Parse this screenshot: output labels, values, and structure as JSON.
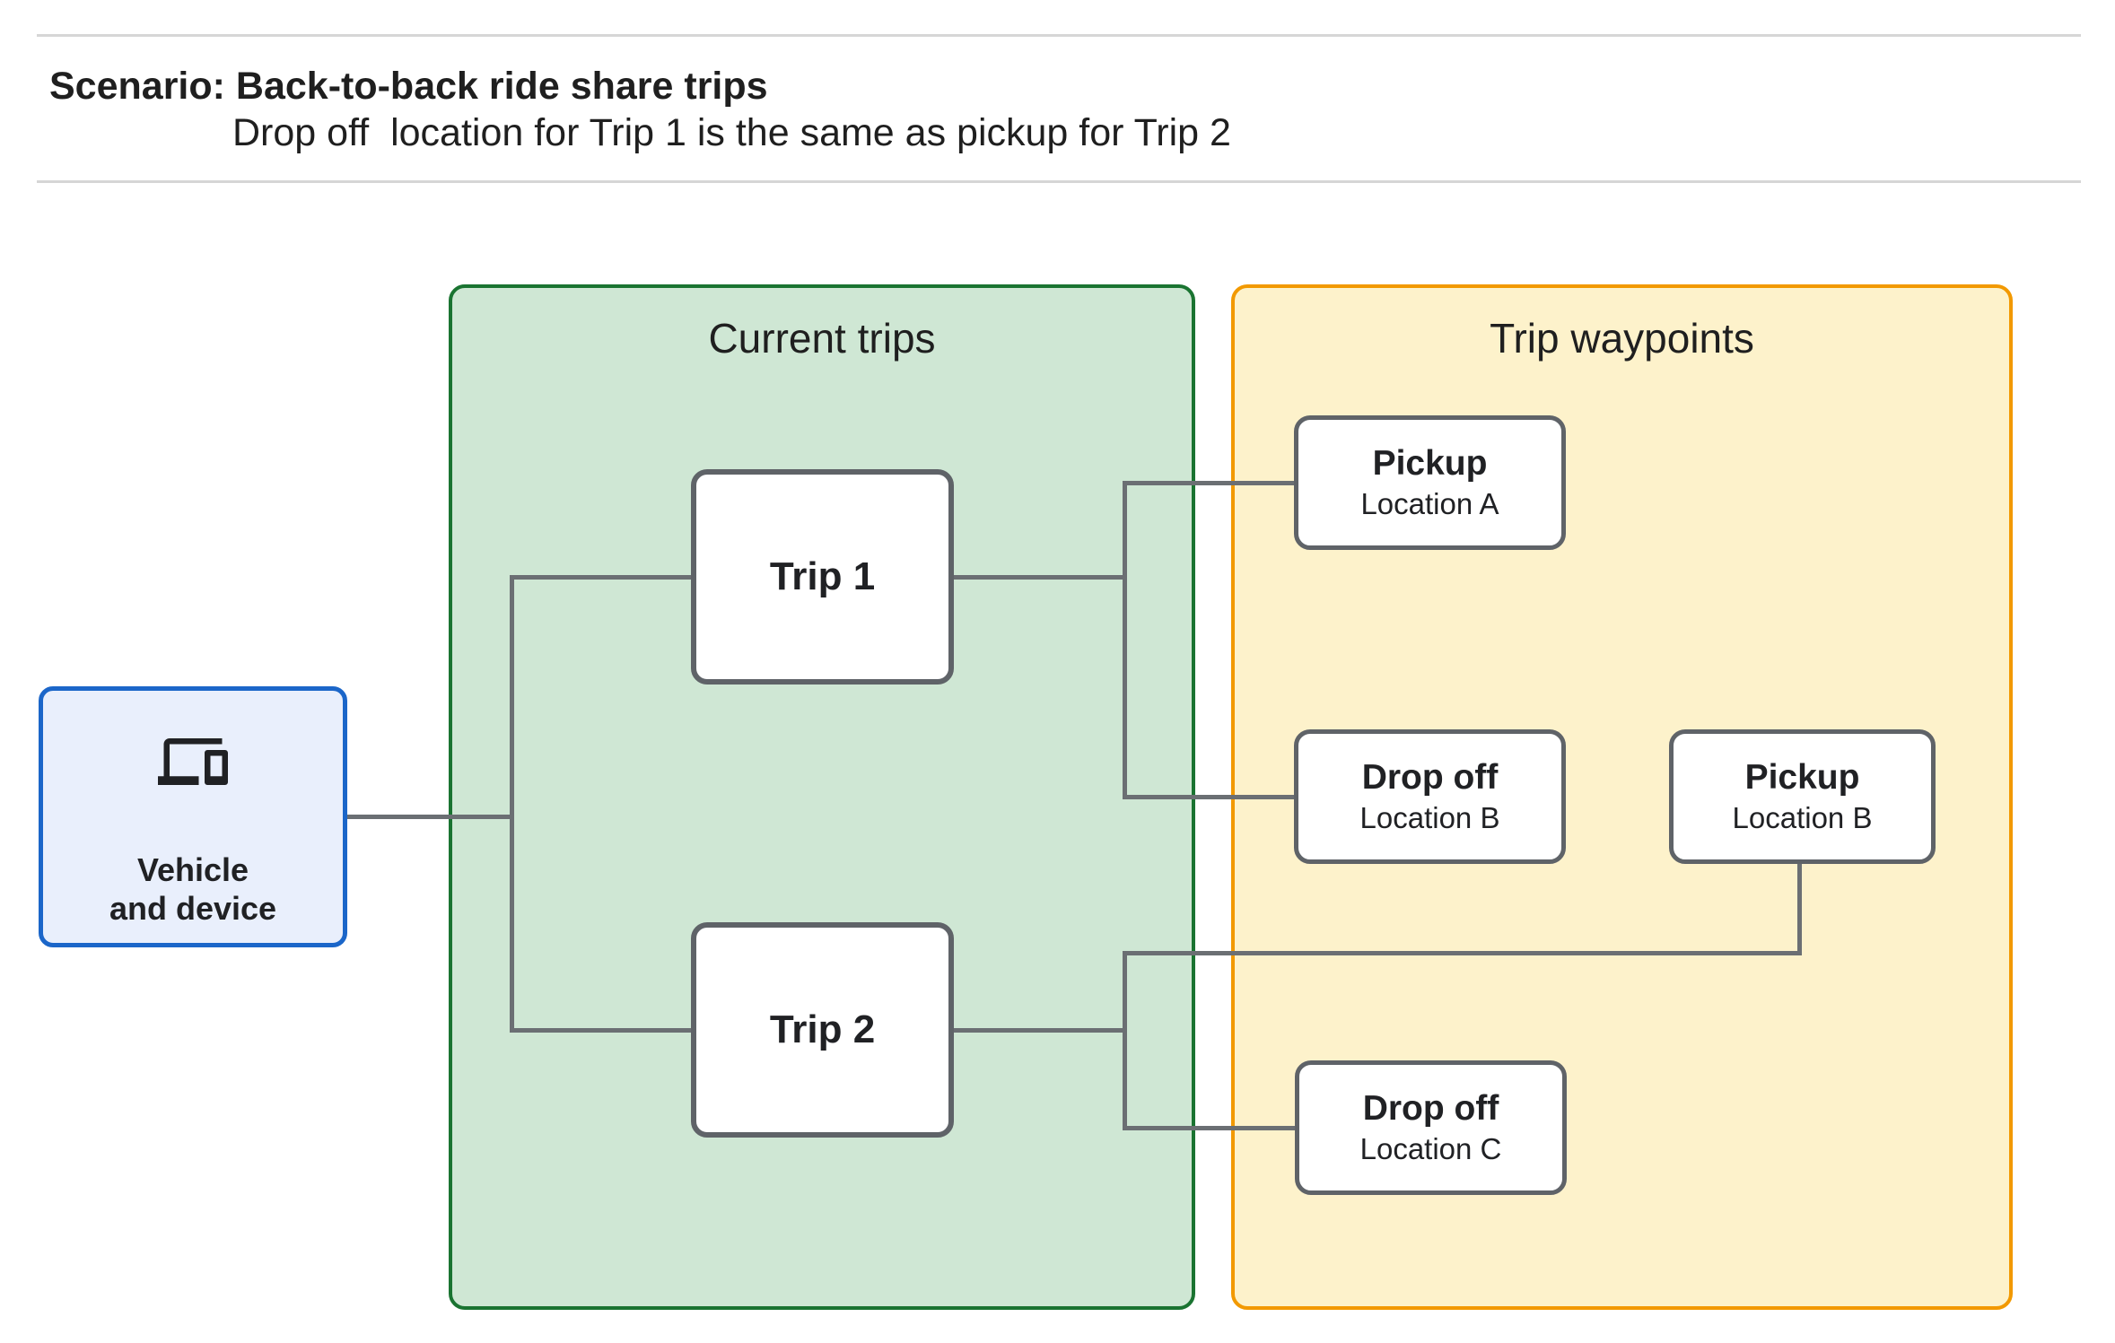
{
  "header": {
    "title": "Scenario: Back-to-back ride share trips",
    "subtitle": "Drop off  location for Trip 1 is the same as pickup for Trip 2"
  },
  "groups": {
    "current_trips": {
      "label": "Current trips"
    },
    "trip_waypoints": {
      "label": "Trip waypoints"
    }
  },
  "nodes": {
    "vehicle": {
      "line1": "Vehicle",
      "line2": "and device",
      "icon": "devices-icon"
    },
    "trip1": {
      "label": "Trip 1"
    },
    "trip2": {
      "label": "Trip 2"
    },
    "pickup_a": {
      "title": "Pickup",
      "subtitle": "Location A"
    },
    "dropoff_b": {
      "title": "Drop off",
      "subtitle": "Location B"
    },
    "pickup_b": {
      "title": "Pickup",
      "subtitle": "Location B"
    },
    "dropoff_c": {
      "title": "Drop off",
      "subtitle": "Location C"
    }
  },
  "colors": {
    "page_background": "#ffffff",
    "rule": "#d6d6d6",
    "text": "#1f1f1f",
    "node_text": "#202124",
    "blue_border": "#1b66c9",
    "blue_fill": "#e9effc",
    "green_border": "#1a7431",
    "green_fill": "#cfe7d4",
    "yellow_border": "#f29900",
    "yellow_fill": "#fdf2cb",
    "node_border": "#5f6368",
    "node_fill": "#ffffff",
    "connector": "#6b6f73",
    "icon": "#202124"
  }
}
